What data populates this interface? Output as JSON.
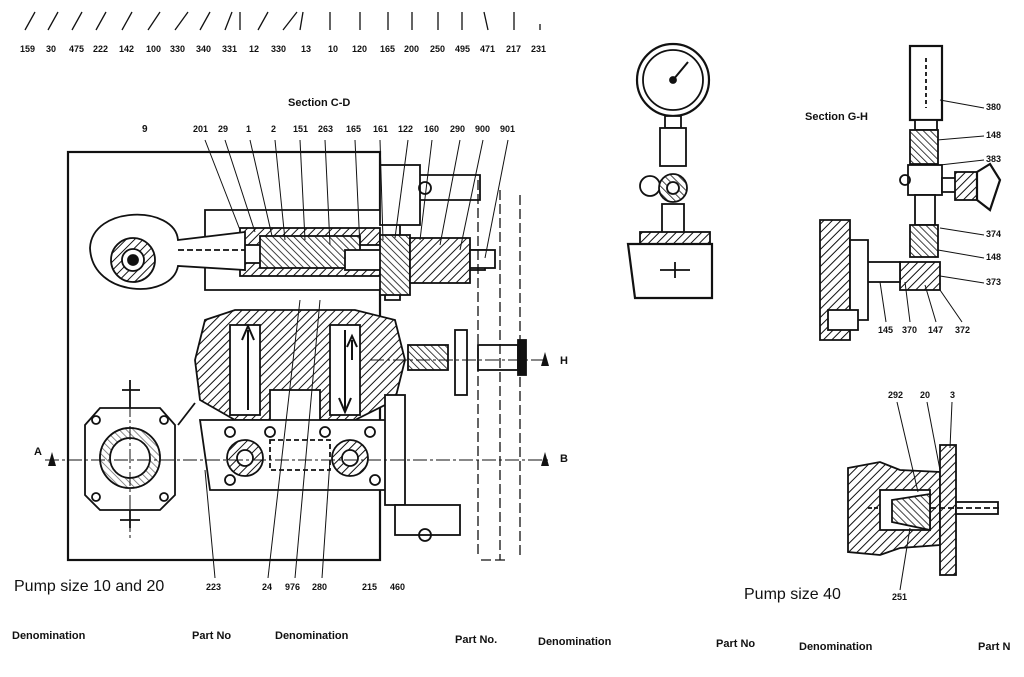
{
  "top_callouts": [
    "159",
    "30",
    "475",
    "222",
    "142",
    "100",
    "330",
    "340",
    "331",
    "12",
    "330",
    "13",
    "10",
    "120",
    "165",
    "200",
    "250",
    "495",
    "471",
    "217",
    "231"
  ],
  "section_cd": {
    "title": "Section C-D",
    "callouts": [
      "9",
      "201",
      "29",
      "1",
      "2",
      "151",
      "263",
      "165",
      "161",
      "122",
      "160",
      "290",
      "900",
      "901"
    ],
    "bottom_callouts": [
      "223",
      "24",
      "976",
      "280",
      "215",
      "460"
    ],
    "section_marks": [
      "A",
      "B",
      "H"
    ]
  },
  "section_gh": {
    "title": "Section G-H",
    "right_callouts": [
      "380",
      "148",
      "383",
      "374",
      "148",
      "373"
    ],
    "bottom_callouts": [
      "145",
      "370",
      "147",
      "372"
    ]
  },
  "detail_40": {
    "callouts": [
      "292",
      "20",
      "3"
    ],
    "bottom_callout": "251"
  },
  "captions": {
    "pump_10_20": "Pump size 10 and 20",
    "pump_40": "Pump size 40"
  },
  "footer": [
    {
      "label": "Denomination"
    },
    {
      "label": "Part No"
    },
    {
      "label": "Denomination"
    },
    {
      "label": "Part No."
    },
    {
      "label": "Denomination"
    },
    {
      "label": "Part No"
    },
    {
      "label": "Denomination"
    },
    {
      "label": "Part N"
    }
  ]
}
